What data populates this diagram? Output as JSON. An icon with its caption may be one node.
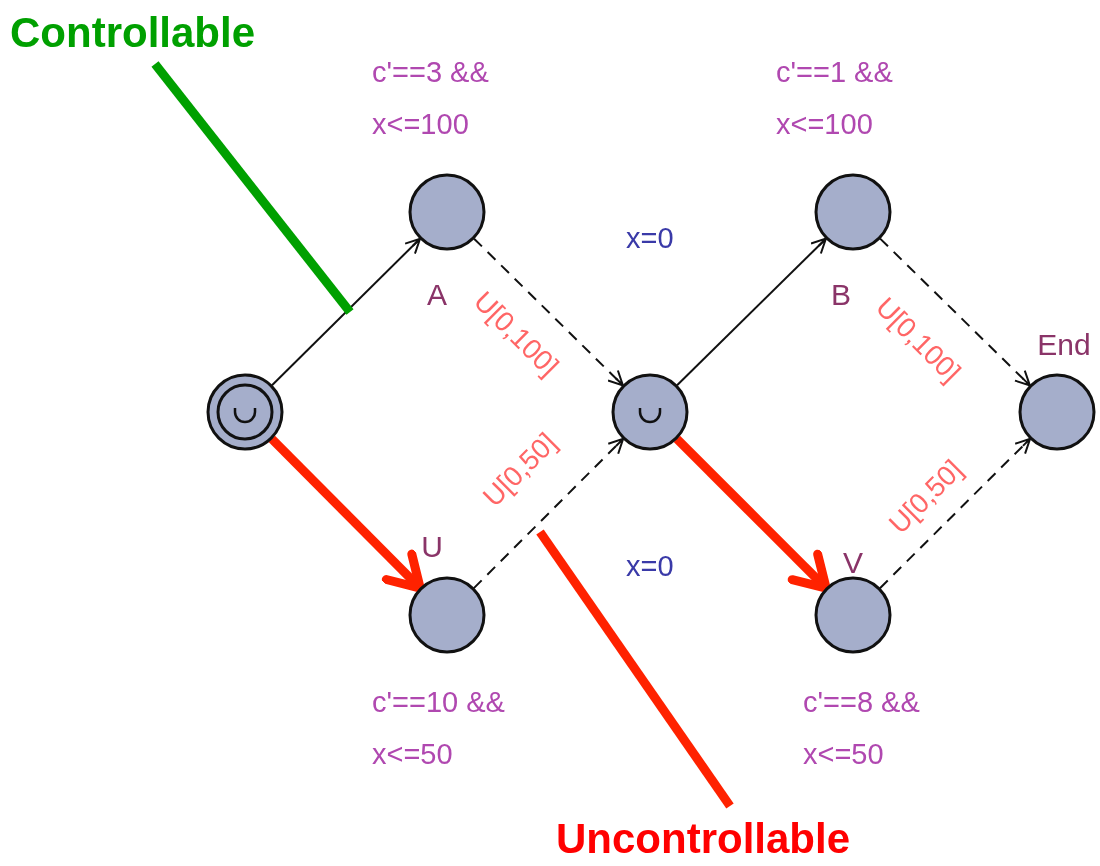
{
  "diagram": {
    "nodes": [
      {
        "text": [],
        "shape": "circle"
      },
      {
        "text": [
          "A"
        ],
        "beside": [
          "c'==3 && x<=100"
        ]
      },
      {
        "text": [
          "U"
        ],
        "beside": [
          "c'==10 && x<=50"
        ]
      },
      {
        "text": [],
        "shape": "circle"
      },
      {
        "text": [
          "B"
        ],
        "beside": [
          "c'==1 && x<=100"
        ]
      },
      {
        "text": [
          "V"
        ],
        "beside": [
          "c'==8 && x<=50"
        ]
      },
      {
        "text": [
          "End"
        ]
      },
      {
        "text": [
          "Controllable"
        ]
      },
      {
        "text": [
          "Uncontrollable"
        ]
      }
    ],
    "edges": [
      {
        "from": 0,
        "to": 1,
        "arrow": "to"
      },
      {
        "from": 0,
        "to": 2,
        "arrow": "to",
        "style": "thick",
        "color": "#ff2200"
      },
      {
        "from": 1,
        "to": 3,
        "arrow": "to",
        "style": "dashed",
        "label": "U[0,100]"
      },
      {
        "from": 2,
        "to": 3,
        "arrow": "to",
        "style": "dashed",
        "label": "U[0,50]"
      },
      {
        "from": 3,
        "to": 4,
        "arrow": "to"
      },
      {
        "from": 3,
        "to": 5,
        "arrow": "to",
        "style": "thick",
        "color": "#ff2200"
      },
      {
        "from": 4,
        "to": 6,
        "arrow": "to",
        "style": "dashed",
        "label": "U[0,100]"
      },
      {
        "from": 5,
        "to": 6,
        "arrow": "to",
        "style": "dashed",
        "label": "U[0,50]"
      },
      {
        "from": 7,
        "to": null,
        "arrow": "none",
        "style": "thick",
        "color": "#00a000"
      },
      {
        "from": 8,
        "to": null,
        "arrow": "none",
        "style": "thick",
        "color": "#ff2200"
      }
    ],
    "labels": [
      "x=0",
      "x=0"
    ]
  }
}
